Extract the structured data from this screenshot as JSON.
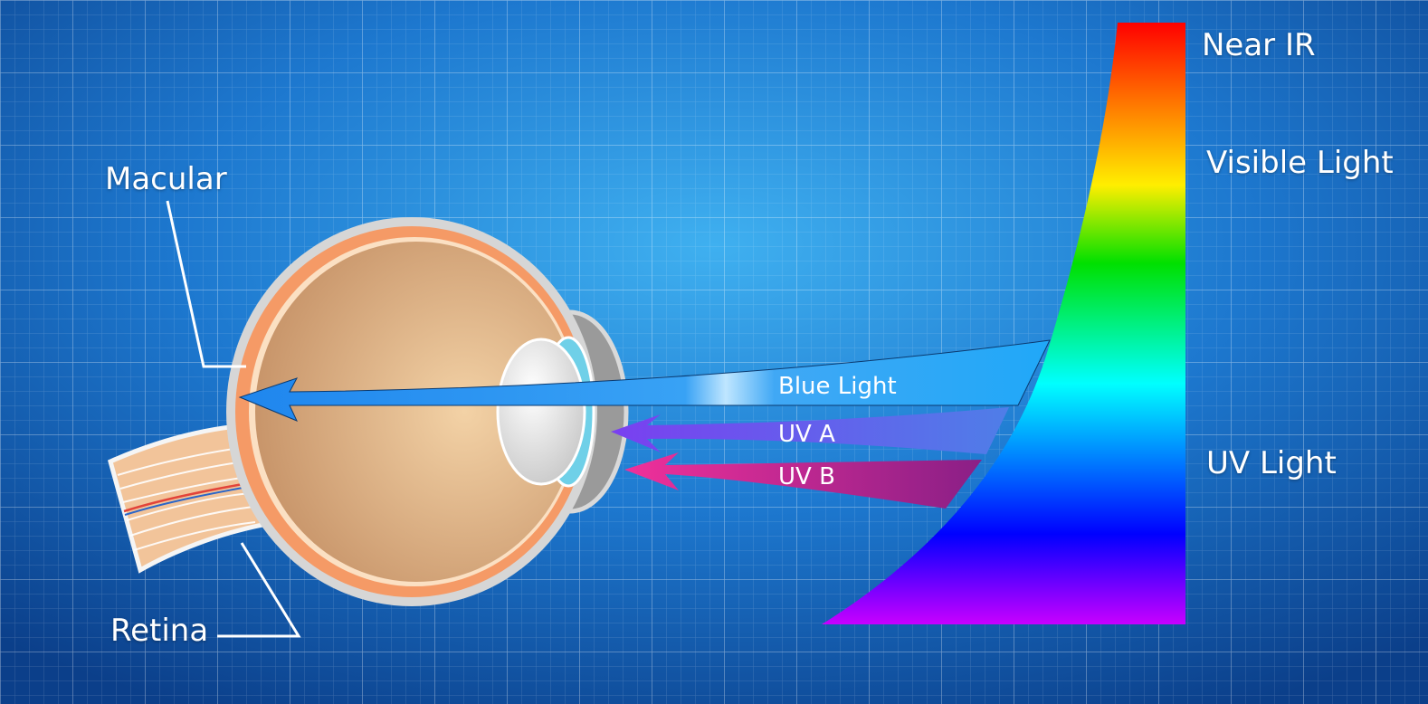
{
  "labels": {
    "macular": "Macular",
    "retina": "Retina",
    "near_ir": "Near IR",
    "visible_light": "Visible Light",
    "uv_light": "UV Light",
    "blue_light": "Blue Light",
    "uv_a": "UV A",
    "uv_b": "UV B"
  },
  "colors": {
    "background": "#1f7fd6",
    "blue_light_arrow": "#2a8ff0",
    "uv_a_arrow": "#7a4ff0",
    "uv_b_arrow": "#e0309a",
    "eye_fill": "#e0b07e",
    "sclera_orange": "#f59a66"
  },
  "spectrum_colors": [
    "#ff0000",
    "#ff6a00",
    "#ffee00",
    "#00e000",
    "#00ffff",
    "#0000ff",
    "#c800ff"
  ]
}
